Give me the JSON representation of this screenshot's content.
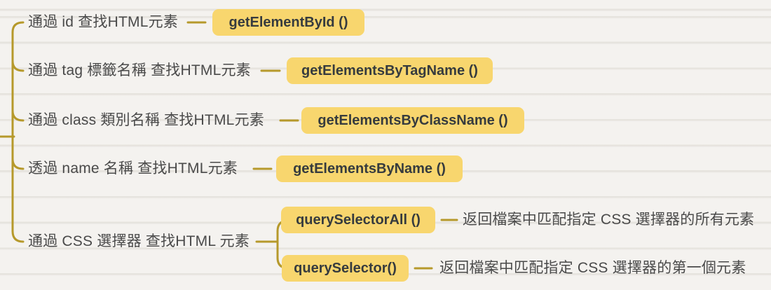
{
  "colors": {
    "background": "#f4f2ef",
    "connector_gold": "#b6992b",
    "badge_background": "#f8d66e",
    "badge_text": "#363b3e",
    "label_text": "#4a4a4a"
  },
  "mindmap": {
    "branches": [
      {
        "label": "通過 id 查找HTML元素",
        "method": "getElementById ()"
      },
      {
        "label": "通過 tag 標籤名稱 查找HTML元素",
        "method": "getElementsByTagName ()"
      },
      {
        "label": "通過 class 類別名稱 查找HTML元素",
        "method": "getElementsByClassName ()"
      },
      {
        "label": "透過 name 名稱 查找HTML元素",
        "method": "getElementsByName ()"
      },
      {
        "label": "通過 CSS 選擇器 查找HTML 元素",
        "children": [
          {
            "method": "querySelectorAll ()",
            "description": "返回檔案中匹配指定 CSS 選擇器的所有元素"
          },
          {
            "method": "querySelector()",
            "description": "返回檔案中匹配指定 CSS 選擇器的第一個元素"
          }
        ]
      }
    ]
  }
}
